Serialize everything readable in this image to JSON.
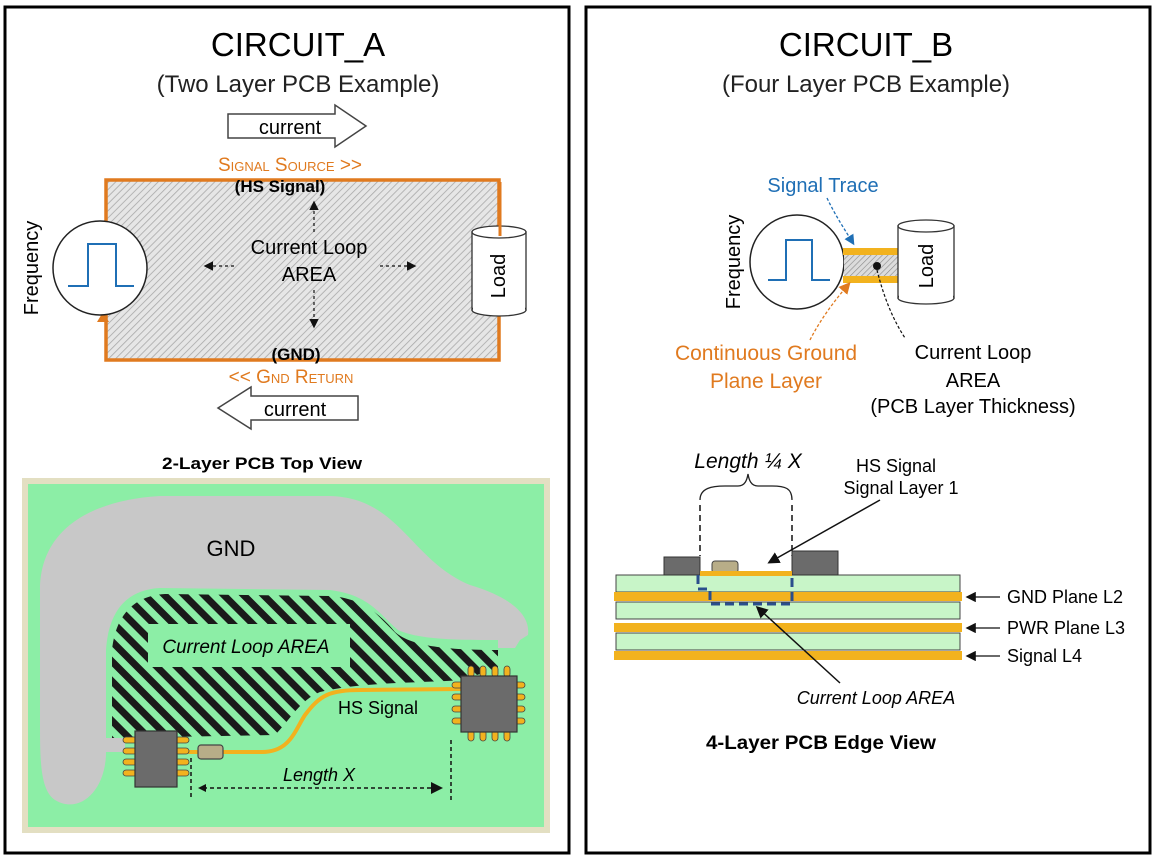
{
  "circuit_a": {
    "title": "CIRCUIT_A",
    "subtitle": "(Two Layer PCB Example)",
    "current_top": "current",
    "current_bottom": "current",
    "signal_source": "Signal Source >>",
    "gnd_return": "<< Gnd Return",
    "hs_signal": "(HS Signal)",
    "gnd": "(GND)",
    "loop_line1": "Current Loop",
    "loop_line2": "AREA",
    "frequency": "Frequency",
    "load": "Load",
    "top_view_caption": "2-Layer PCB Top View",
    "board_gnd": "GND",
    "board_loop_area": "Current Loop AREA",
    "board_hs_signal": "HS Signal",
    "board_length": "Length X"
  },
  "circuit_b": {
    "title": "CIRCUIT_B",
    "subtitle": "(Four Layer PCB Example)",
    "signal_trace": "Signal Trace",
    "frequency": "Frequency",
    "load": "Load",
    "ground_line1": "Continuous Ground",
    "ground_line2": "Plane Layer",
    "loop_line1": "Current Loop",
    "loop_line2": "AREA",
    "loop_line3": "(PCB Layer Thickness)",
    "length_label": "Length ¼ X",
    "hs_line1": "HS Signal",
    "hs_line2": "Signal Layer 1",
    "gnd_plane": "GND Plane L2",
    "pwr_plane": "PWR Plane L3",
    "signal_l4": "Signal L4",
    "edge_loop_area": "Current Loop AREA",
    "edge_caption": "4-Layer PCB Edge View"
  },
  "colors": {
    "orange": "#e07a1f",
    "trace_blue": "#1f6fb5",
    "board_green": "#8ceea6",
    "gnd_gray": "#c8c8c8",
    "dashed_blue": "#2a4e8c",
    "layer_yellow": "#f2b21e"
  }
}
